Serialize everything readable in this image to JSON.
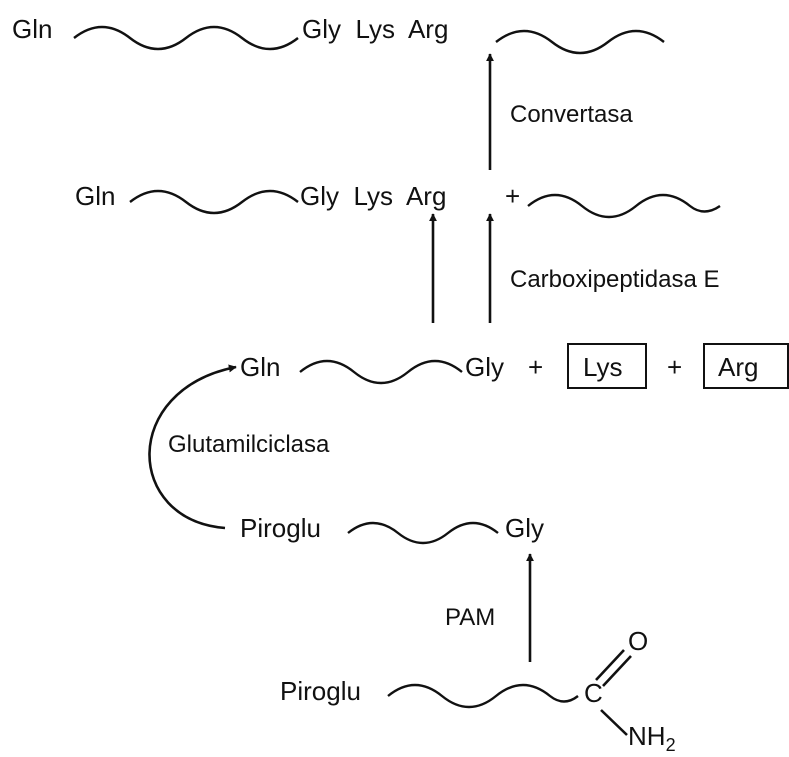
{
  "row1": {
    "left": "Gln",
    "mid": "Gly  Lys  Arg"
  },
  "step1": {
    "enzyme": "Convertasa"
  },
  "row2": {
    "left": "Gln",
    "mid": "Gly  Lys  Arg",
    "plus": "+"
  },
  "step2": {
    "enzyme": "Carboxipeptidasa E"
  },
  "row3": {
    "left": "Gln",
    "gly": "Gly",
    "plus1": "+",
    "lys": "Lys",
    "plus2": "+",
    "arg": "Arg"
  },
  "step3": {
    "enzyme": "Glutamilciclasa"
  },
  "row4": {
    "left": "Piroglu",
    "gly": "Gly"
  },
  "step4": {
    "enzyme": "PAM"
  },
  "row5": {
    "left": "Piroglu",
    "c": "C",
    "o": "O",
    "nh": "NH",
    "sub2": "2"
  },
  "colors": {
    "ink": "#111111",
    "background": "#ffffff"
  }
}
